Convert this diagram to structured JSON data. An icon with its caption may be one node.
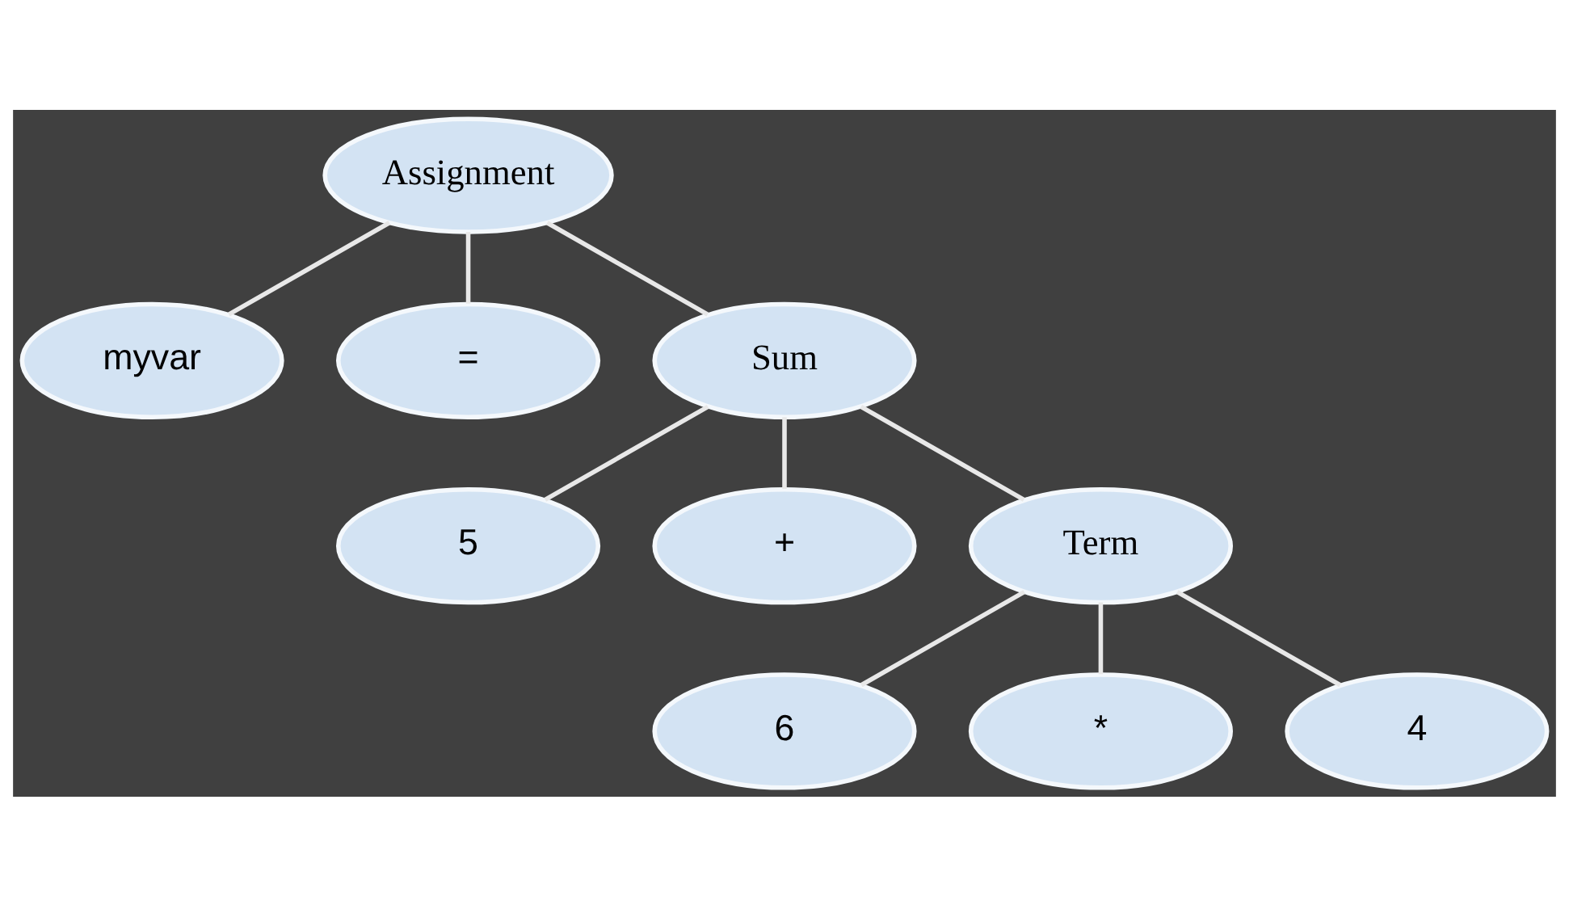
{
  "diagram": {
    "nodes": [
      {
        "text": [
          "Assignment"
        ]
      },
      {
        "text": [
          "myvar"
        ]
      },
      {
        "text": [
          "="
        ]
      },
      {
        "text": [
          "Sum"
        ]
      },
      {
        "text": [
          "5"
        ]
      },
      {
        "text": [
          "+"
        ]
      },
      {
        "text": [
          "Term"
        ]
      },
      {
        "text": [
          "6"
        ]
      },
      {
        "text": [
          "*"
        ]
      },
      {
        "text": [
          "4"
        ]
      }
    ],
    "edges": [
      {
        "from": 0,
        "to": 1,
        "arrow": "none"
      },
      {
        "from": 0,
        "to": 2,
        "arrow": "none"
      },
      {
        "from": 0,
        "to": 3,
        "arrow": "none"
      },
      {
        "from": 3,
        "to": 4,
        "arrow": "none"
      },
      {
        "from": 3,
        "to": 5,
        "arrow": "none"
      },
      {
        "from": 3,
        "to": 6,
        "arrow": "none"
      },
      {
        "from": 6,
        "to": 7,
        "arrow": "none"
      },
      {
        "from": 6,
        "to": 8,
        "arrow": "none"
      },
      {
        "from": 6,
        "to": 9,
        "arrow": "none"
      }
    ]
  }
}
